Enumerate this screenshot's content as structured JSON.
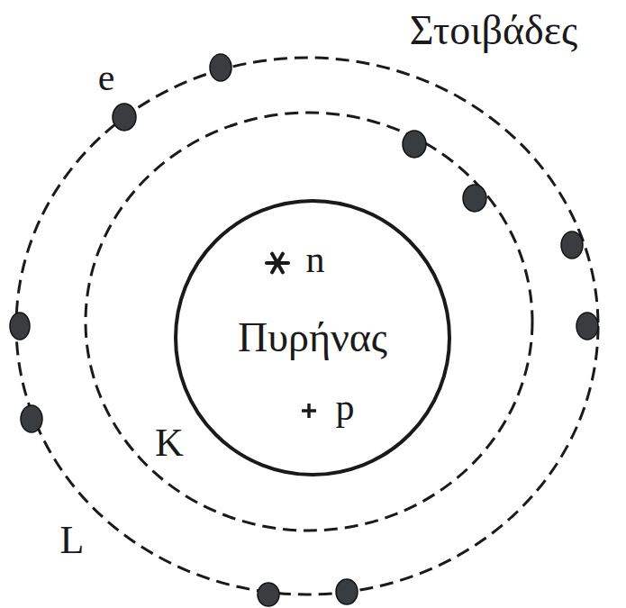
{
  "diagram": {
    "nodes": [
      {
        "text": [
          "n",
          "Πυρήνας",
          "p"
        ]
      }
    ],
    "labels": [
      "Στοιβάδες",
      "e",
      "K",
      "L"
    ]
  }
}
